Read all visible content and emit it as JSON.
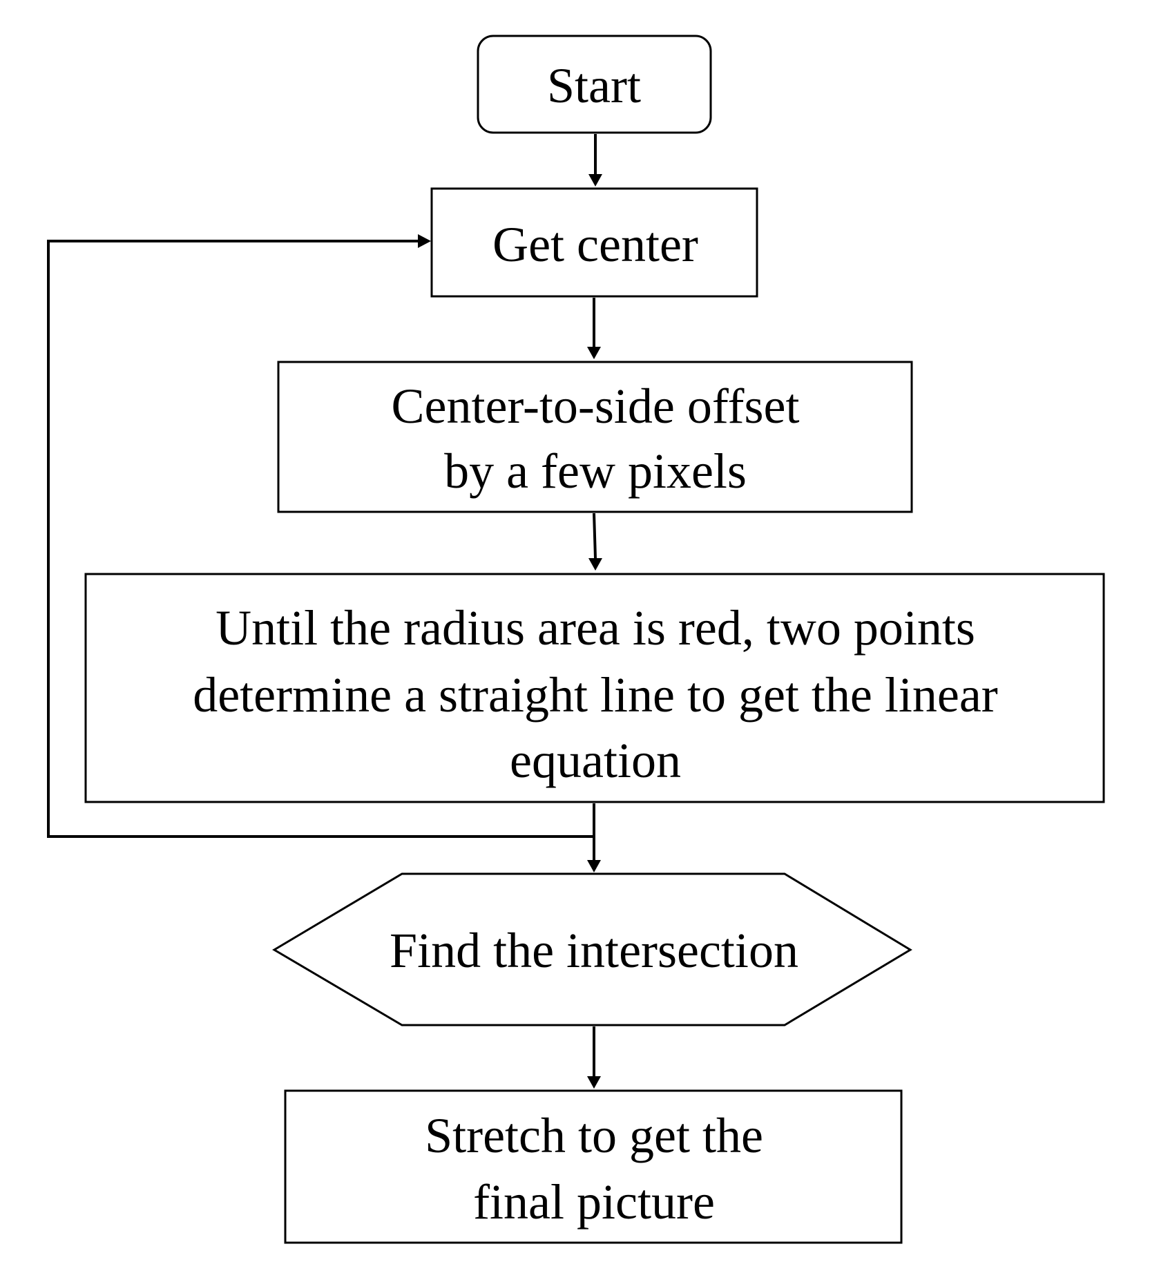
{
  "flowchart": {
    "start": "Start",
    "get_center": "Get center",
    "offset": [
      "Center-to-side offset",
      "by a few pixels"
    ],
    "until": [
      "Until the radius area is red, two points",
      "determine a straight line to get the linear",
      "equation"
    ],
    "intersection": "Find the intersection",
    "stretch": [
      "Stretch to get the",
      "final picture"
    ]
  }
}
